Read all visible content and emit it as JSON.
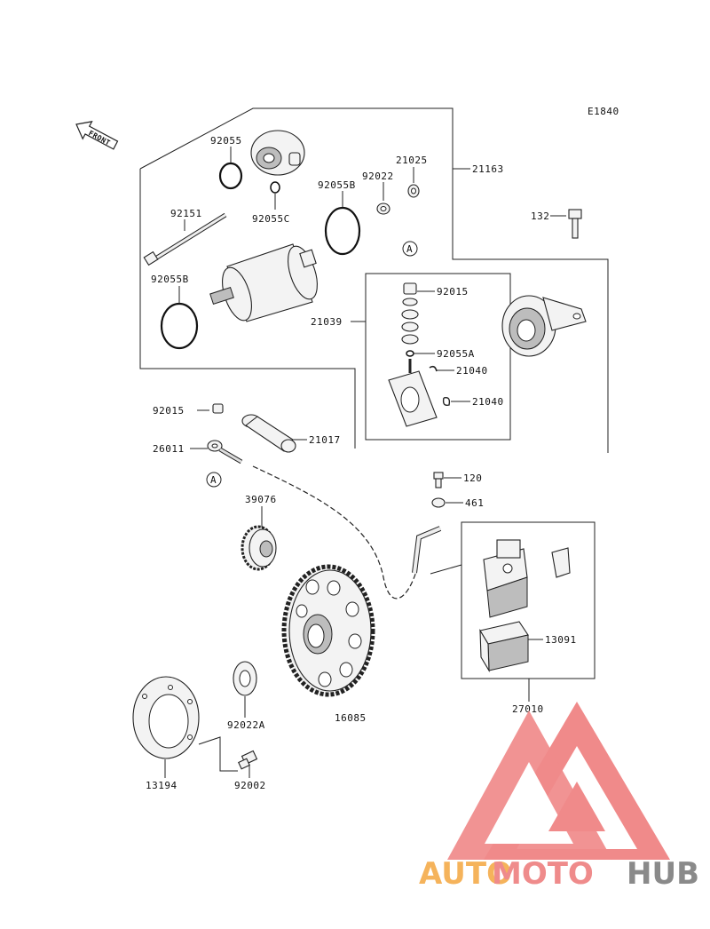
{
  "diagram_code": "E1840",
  "front_label": "FRONT",
  "ref_marker": "A",
  "watermark": {
    "brand_part1": "AUTO",
    "brand_part2": "MOTO",
    "brand_part3": "HUB",
    "color_part1": "#f5b35b",
    "color_part2": "#ef8b8b",
    "color_part3": "#8a8a8a",
    "logo_color": "#f08a8a"
  },
  "part_numbers": {
    "p92055": "92055",
    "p92055C": "92055C",
    "p92055B_top": "92055B",
    "p92022": "92022",
    "p21025": "21025",
    "p21163": "21163",
    "p92151": "92151",
    "p92055B_left": "92055B",
    "p132": "132",
    "p92015_top": "92015",
    "p21039": "21039",
    "p92055A": "92055A",
    "p21040_a": "21040",
    "p21040_b": "21040",
    "p92015_left": "92015",
    "p26011": "26011",
    "p21017": "21017",
    "p120": "120",
    "p461": "461",
    "p39076": "39076",
    "p13091": "13091",
    "p27010": "27010",
    "p92022A": "92022A",
    "p16085": "16085",
    "p13194": "13194",
    "p92002": "92002"
  }
}
